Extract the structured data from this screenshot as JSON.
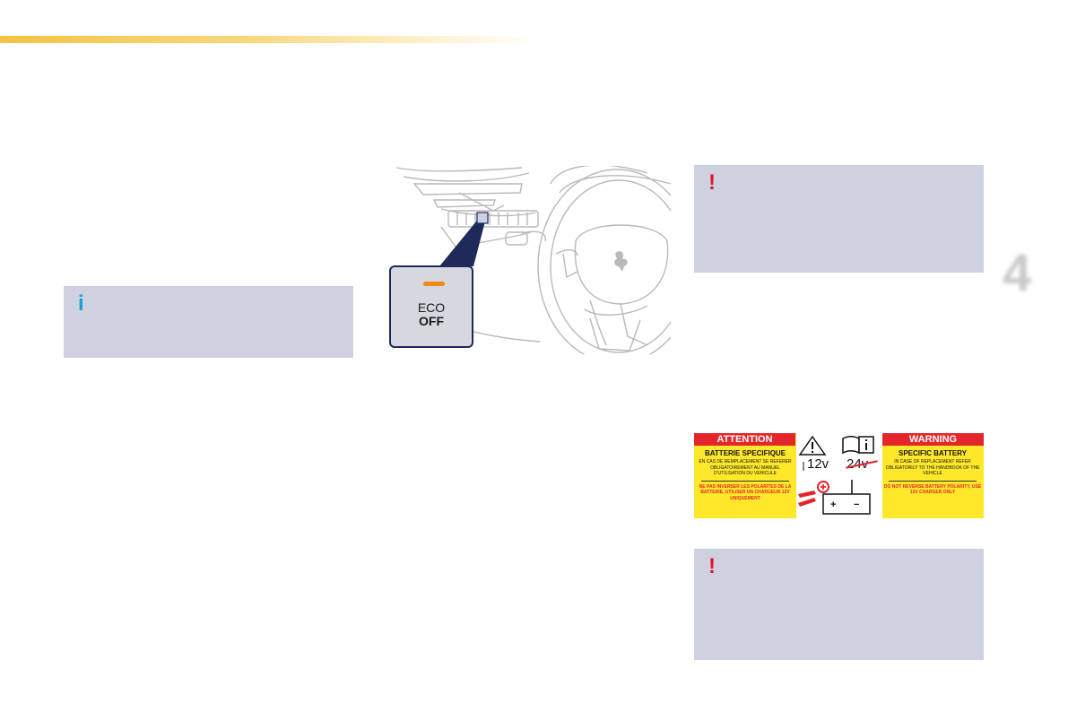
{
  "info_note": {
    "icon": "info-icon",
    "glyph": "i",
    "color": "#1a9ad6"
  },
  "warning_notes": [
    {
      "icon": "exclamation-icon",
      "glyph": "!",
      "color": "#e2162b"
    },
    {
      "icon": "exclamation-icon",
      "glyph": "!",
      "color": "#e2162b"
    }
  ],
  "chapter": {
    "number": "4"
  },
  "eco_button": {
    "line1": "ECO",
    "line2": "OFF",
    "led_color": "#f08a16"
  },
  "battery_label": {
    "left_header": "ATTENTION",
    "right_header": "WARNING",
    "left_title": "BATTERIE SPECIFIQUE",
    "left_body": "EN CAS DE REMPLACEMENT SE REFERER OBLIGATOIREMENT AU MANUEL D'UTILISATION DU VEHICULE",
    "left_warning": "NE PAS INVERSER LES POLARITES DE LA BATTERIE, UTILISER UN CHARGEUR 12V UNIQUEMENT",
    "right_title": "SPECIFIC BATTERY",
    "right_body": "IN CASE OF REPLACEMENT REFER OBLIGATORILY TO THE HANDBOOK OF THE VEHICLE",
    "right_warning": "DO NOT REVERSE BATTERY POLARITY, USE 12V CHARGER ONLY",
    "voltage_ok": "12v",
    "voltage_no": "24v",
    "plus": "+",
    "minus": "−"
  },
  "colors": {
    "note_background": "#cfd1e0",
    "label_yellow": "#ffe82a",
    "label_red": "#e3262b",
    "header_bar": "#f5c343"
  }
}
